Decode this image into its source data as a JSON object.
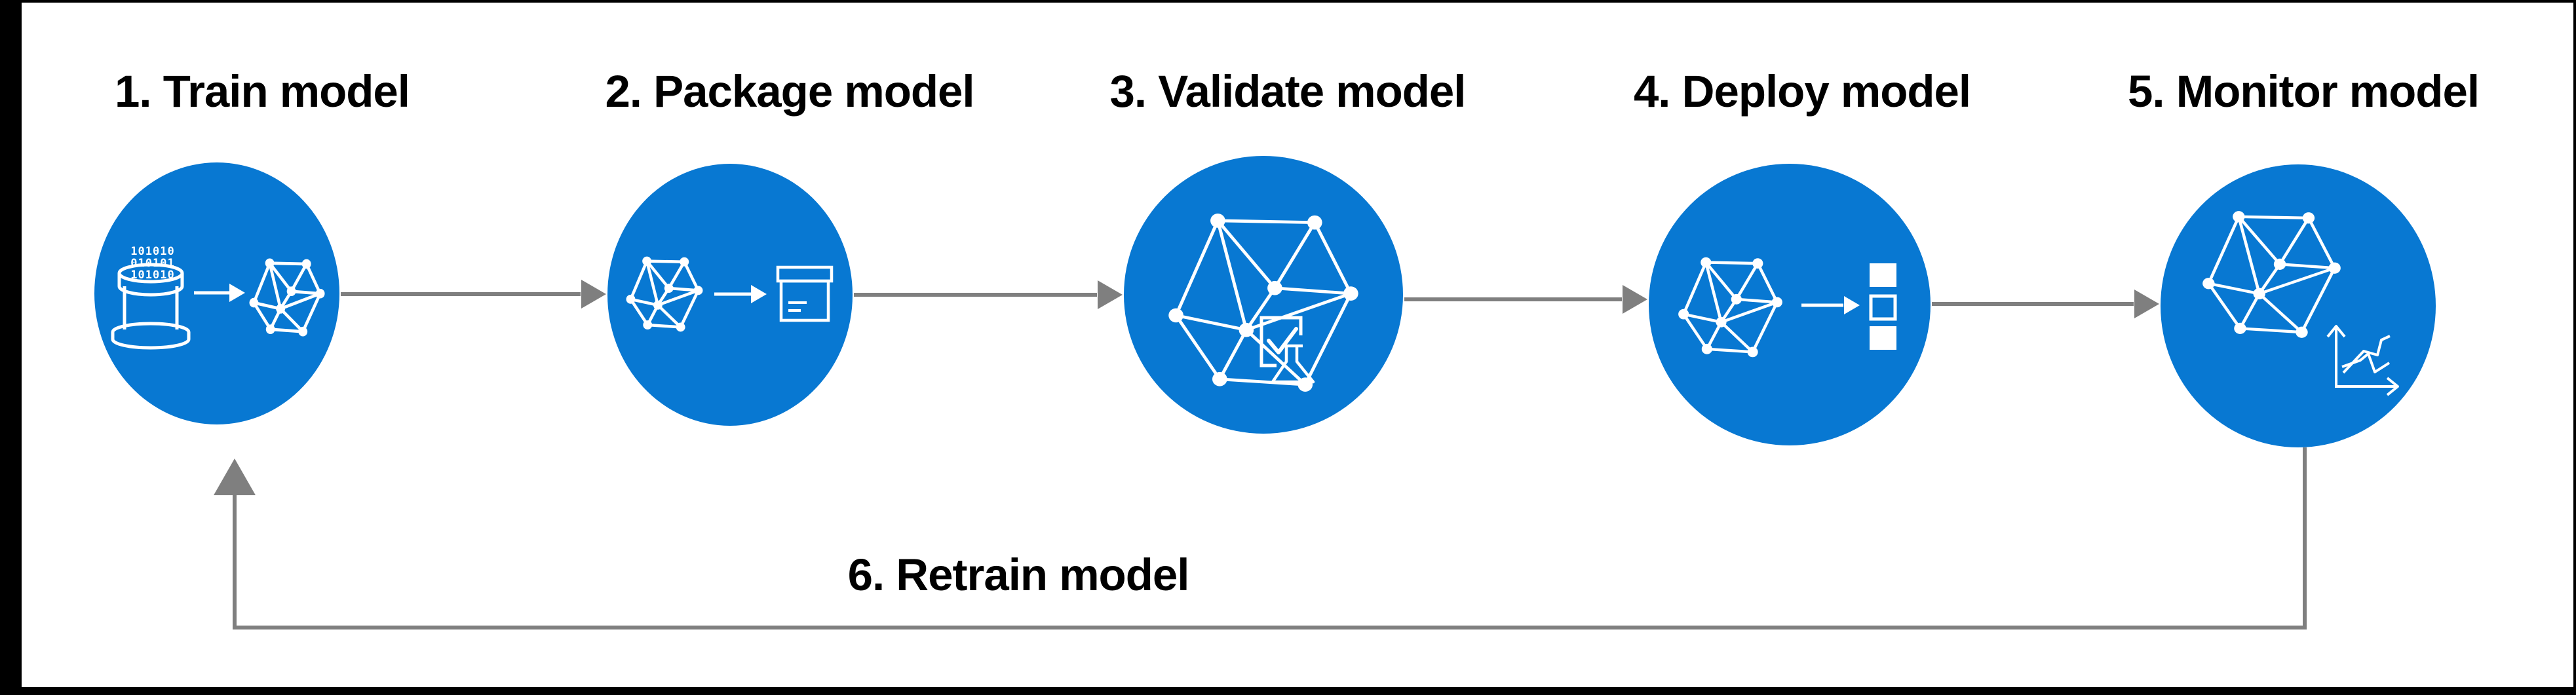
{
  "colors": {
    "blue": "#0878d2",
    "gray": "#7f7f7f",
    "ink": "#000000",
    "paper": "#ffffff"
  },
  "diagram": {
    "steps": [
      {
        "label": "1. Train model",
        "icons": [
          "database-icon",
          "flow-arrow-icon",
          "network-icon"
        ]
      },
      {
        "label": "2. Package model",
        "icons": [
          "network-icon",
          "flow-arrow-icon",
          "package-box-icon"
        ]
      },
      {
        "label": "3. Validate model",
        "icons": [
          "network-icon",
          "checkbox-icon",
          "flask-icon"
        ]
      },
      {
        "label": "4. Deploy model",
        "icons": [
          "network-icon",
          "flow-arrow-icon",
          "deploy-squares-icon"
        ]
      },
      {
        "label": "5. Monitor model",
        "icons": [
          "network-icon",
          "chart-icon"
        ]
      }
    ],
    "retrain_label": "6. Retrain model",
    "database_binary_rows": [
      "101010",
      "010101",
      "101010"
    ]
  }
}
